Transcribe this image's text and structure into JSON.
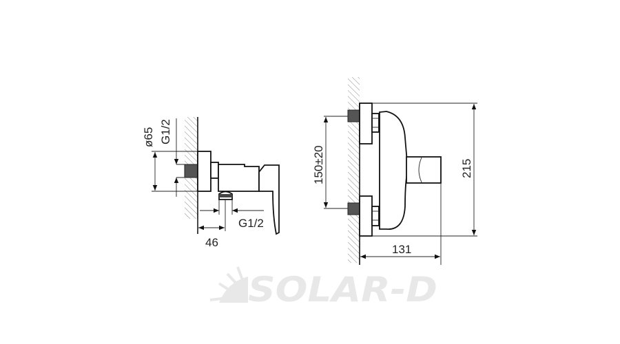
{
  "drawing_left": {
    "dim_flange_diameter": "ø65",
    "dim_inlet_thread": "G1/2",
    "dim_outlet_thread": "G1/2",
    "dim_depth": "46"
  },
  "drawing_right": {
    "dim_inlet_spacing": "150±20",
    "dim_height": "215",
    "dim_projection": "131"
  },
  "watermark": {
    "text": "SOLAR-D",
    "color": "#e8e8e8"
  }
}
